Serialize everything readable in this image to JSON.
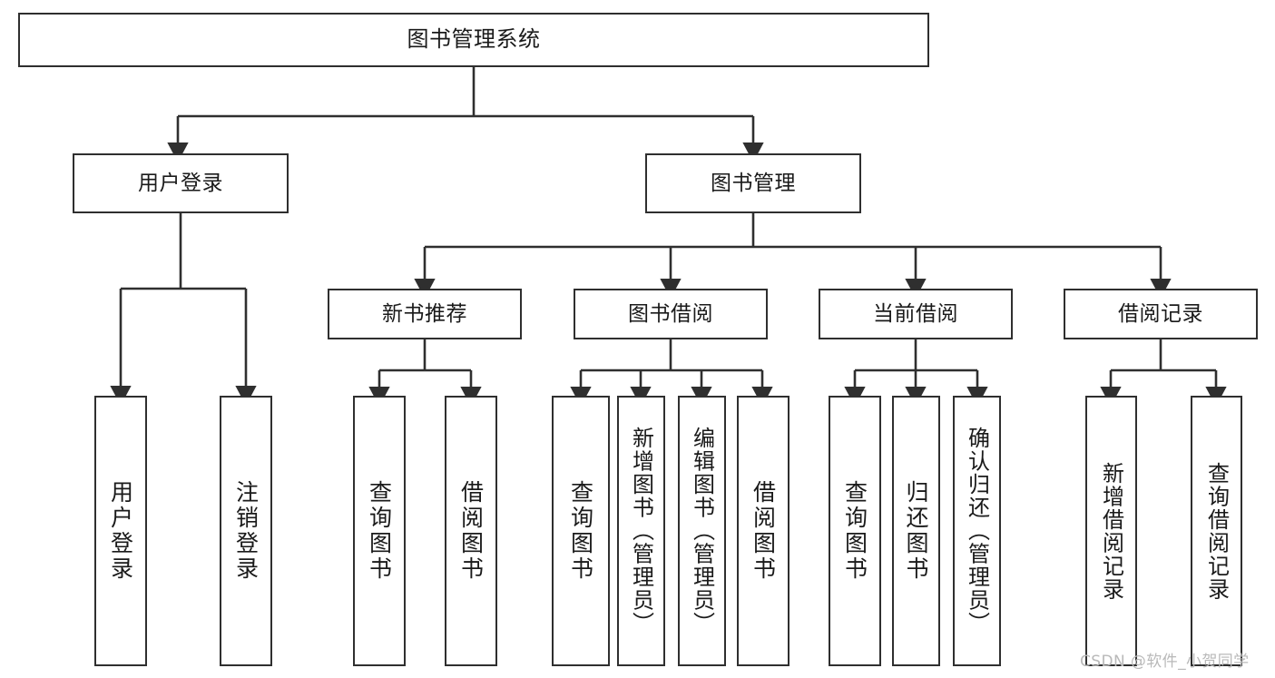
{
  "diagram": {
    "title": "图书管理系统",
    "type": "tree-hierarchy-chart",
    "stroke_color": "#2f2f2f",
    "fill_color": "#ffffff",
    "text_color": "#1a1a1a",
    "root": {
      "label": "图书管理系统"
    },
    "level2": [
      {
        "label": "用户登录"
      },
      {
        "label": "图书管理"
      }
    ],
    "level3": [
      {
        "label": "新书推荐"
      },
      {
        "label": "图书借阅"
      },
      {
        "label": "当前借阅"
      },
      {
        "label": "借阅记录"
      }
    ],
    "leaves": {
      "user_login": [
        {
          "label": "用户登录"
        },
        {
          "label": "注销登录"
        }
      ],
      "new_book": [
        {
          "label": "查询图书"
        },
        {
          "label": "借阅图书"
        }
      ],
      "book_borrow": [
        {
          "label": "查询图书"
        },
        {
          "label": "新增图书（管理员）"
        },
        {
          "label": "编辑图书（管理员）"
        },
        {
          "label": "借阅图书"
        }
      ],
      "current_borrow": [
        {
          "label": "查询图书"
        },
        {
          "label": "归还图书"
        },
        {
          "label": "确认归还（管理员）"
        }
      ],
      "borrow_record": [
        {
          "label": "新增借阅记录"
        },
        {
          "label": "查询借阅记录"
        }
      ]
    }
  },
  "watermark": {
    "text": "CSDN @软件_小贺同学"
  }
}
